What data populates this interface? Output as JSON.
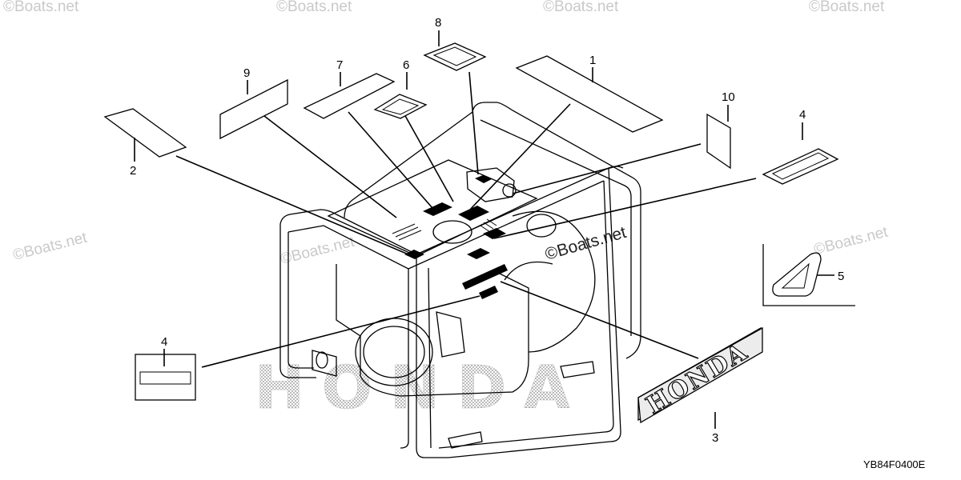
{
  "diagram": {
    "diagram_code": "YB84F0400E",
    "callouts": {
      "c1": "1",
      "c2": "2",
      "c3": "3",
      "c4a": "4",
      "c4b": "4",
      "c5": "5",
      "c6": "6",
      "c7": "7",
      "c8": "8",
      "c9": "9",
      "c10": "10"
    },
    "decal_3_text": "HONDA",
    "background_brand_text": "HONDA",
    "watermarks": {
      "w1": "©Boats.net",
      "w2": "©Boats.net",
      "w3": "©Boats.net",
      "w4": "©Boats.net",
      "w5": "©Boats.net",
      "w6": "©Boats.net",
      "w7": "©Boats.net",
      "w8": "©Boats.net"
    }
  }
}
